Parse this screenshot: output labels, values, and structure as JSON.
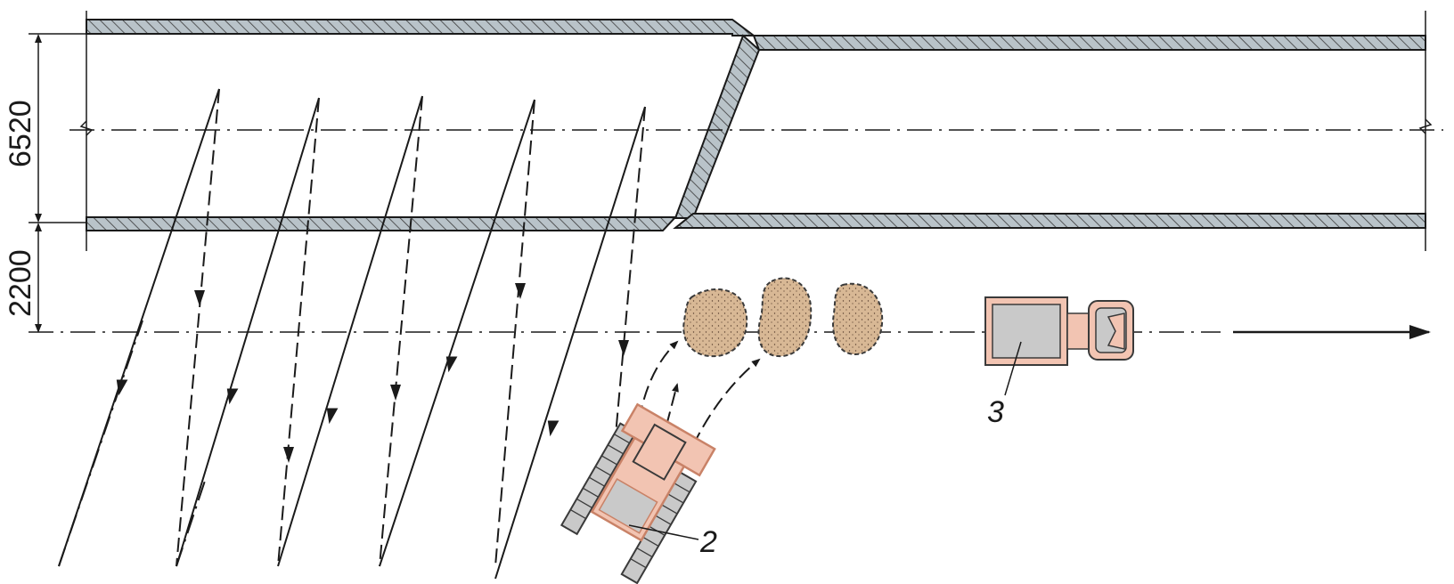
{
  "dimensions": {
    "lane_width": "6520",
    "offset": "2200"
  },
  "callouts": {
    "bulldozer": "2",
    "truck": "3"
  },
  "colors": {
    "wall_fill": "#b9c3c9",
    "line": "#1a1a1a",
    "machine_fill": "#f2c4b2",
    "machine_stroke": "#c98267",
    "machine_inner": "#c9c9c9",
    "soil_fill": "#d8b895",
    "soil_stroke": "#3a3a3a"
  },
  "icons": {
    "bulldozer": "bulldozer-icon",
    "truck": "truck-icon",
    "soil": "soil-pile-icon",
    "direction": "arrow-right-icon"
  }
}
